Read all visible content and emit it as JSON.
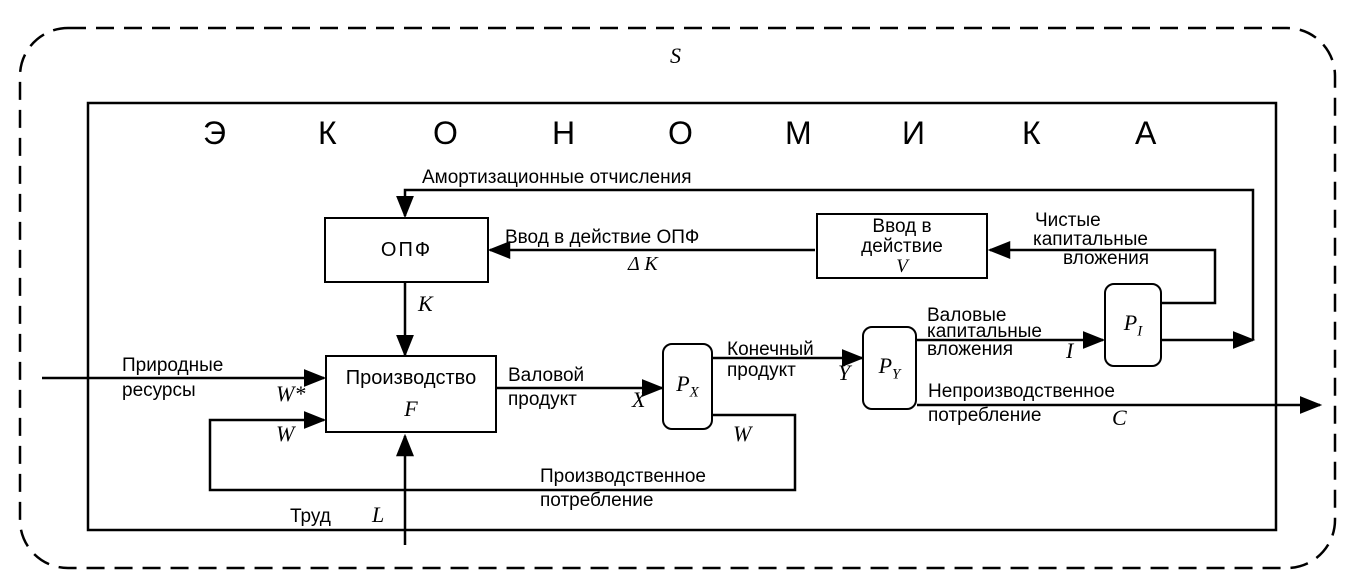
{
  "outer_label": "S",
  "economy_letters": [
    "Э",
    "К",
    "О",
    "Н",
    "О",
    "М",
    "И",
    "К",
    "А"
  ],
  "boxes": {
    "opf": "ОПФ",
    "input_line1": "Ввод в",
    "input_line2": "действие",
    "input_var": "V",
    "production_line1": "Производство",
    "production_var": "F",
    "px_main": "P",
    "px_sub": "X",
    "py_main": "P",
    "py_sub": "Y",
    "pi_main": "P",
    "pi_sub": "I"
  },
  "labels": {
    "depreciation": "Амортизационные отчисления",
    "commissioning": "Ввод в действие ОПФ",
    "delta_k": "Δ K",
    "net_inv_1": "Чистые",
    "net_inv_2": "капитальные",
    "net_inv_3": "вложения",
    "k_var": "K",
    "natural_1": "Природные",
    "natural_2": "ресурсы",
    "w_star": "W*",
    "w_var": "W",
    "gross_1": "Валовой",
    "gross_2": "продукт",
    "x_var": "X",
    "final_1": "Конечный",
    "final_2": "продукт",
    "y_var": "Y",
    "gross_inv_1": "Валовые",
    "gross_inv_2": "капитальные",
    "gross_inv_3": "вложения",
    "i_var": "I",
    "nonprod_1": "Непроизводственное",
    "nonprod_2": "потребление",
    "c_var": "C",
    "w_out": "W",
    "prod_cons_1": "Производственное",
    "prod_cons_2": "потребление",
    "labor": "Труд",
    "l_var": "L"
  }
}
